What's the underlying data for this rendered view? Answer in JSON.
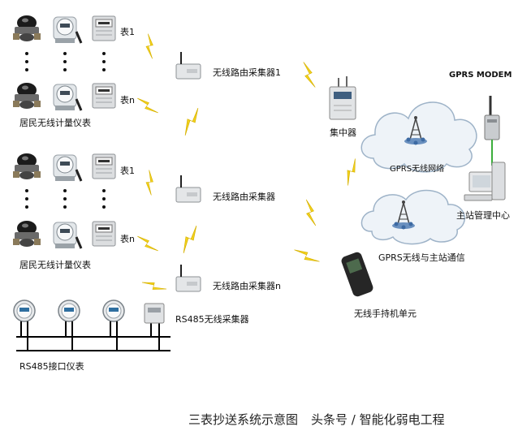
{
  "meter_group_top": {
    "label": "居民无线计量仪表",
    "meter_first": "表1",
    "meter_last": "表n"
  },
  "meter_group_mid": {
    "label": "居民无线计量仪表",
    "meter_first": "表1",
    "meter_last": "表n"
  },
  "rs485_meters": {
    "label": "RS485接口仪表"
  },
  "collectors": {
    "router_1": "无线路由采集器1",
    "router_2": "无线路由采集器",
    "router_n": "无线路由采集器n",
    "rs485": "RS485无线采集器"
  },
  "concentrator": "集中器",
  "gprs_network": "GPRS无线网络",
  "gprs_master": "GPRS无线与主站通信",
  "handheld": "无线手持机单元",
  "modem": "GPRS MODEM",
  "master_station": "主站管理中心",
  "caption": {
    "title": "三表抄送系统示意图",
    "source": "头条号 / 智能化弱电工程"
  },
  "colors": {
    "lightning": "#f3d21c",
    "link_green": "#3cae3c",
    "bus": "#000000"
  }
}
